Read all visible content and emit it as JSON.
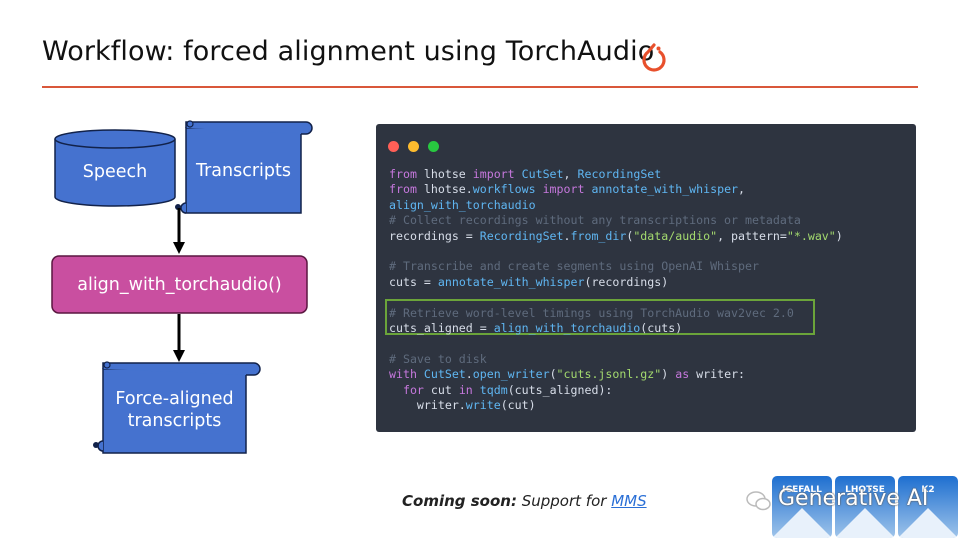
{
  "title": "Workflow: forced alignment using TorchAudio",
  "colors": {
    "accent_rule": "#d9573a",
    "node_blue": "#4572cf",
    "node_magenta": "#c94fa0",
    "code_bg": "#2e3440",
    "highlight": "#6ba43a"
  },
  "diagram": {
    "speech": "Speech",
    "transcripts": "Transcripts",
    "align_fn": "align_with_torchaudio()",
    "output_line1": "Force-aligned",
    "output_line2": "transcripts"
  },
  "code": {
    "lines": [
      "from lhotse import CutSet, RecordingSet",
      "from lhotse.workflows import annotate_with_whisper,",
      "align_with_torchaudio",
      "# Collect recordings without any transcriptions or metadata",
      "recordings = RecordingSet.from_dir(\"data/audio\", pattern=\"*.wav\")",
      "",
      "# Transcribe and create segments using OpenAI Whisper",
      "cuts = annotate_with_whisper(recordings)",
      "",
      "# Retrieve word-level timings using TorchAudio wav2vec 2.0",
      "cuts_aligned = align_with_torchaudio(cuts)",
      "",
      "# Save to disk",
      "with CutSet.open_writer(\"cuts.jsonl.gz\") as writer:",
      "  for cut in tqdm(cuts_aligned):",
      "    writer.write(cut)"
    ]
  },
  "note": {
    "bold": "Coming soon:",
    "text": " Support for ",
    "link": "MMS"
  },
  "logos": {
    "watermark": "Generative AI",
    "tile1": "ICEFALL",
    "tile2": "LHOTSE",
    "tile3": "K2"
  }
}
